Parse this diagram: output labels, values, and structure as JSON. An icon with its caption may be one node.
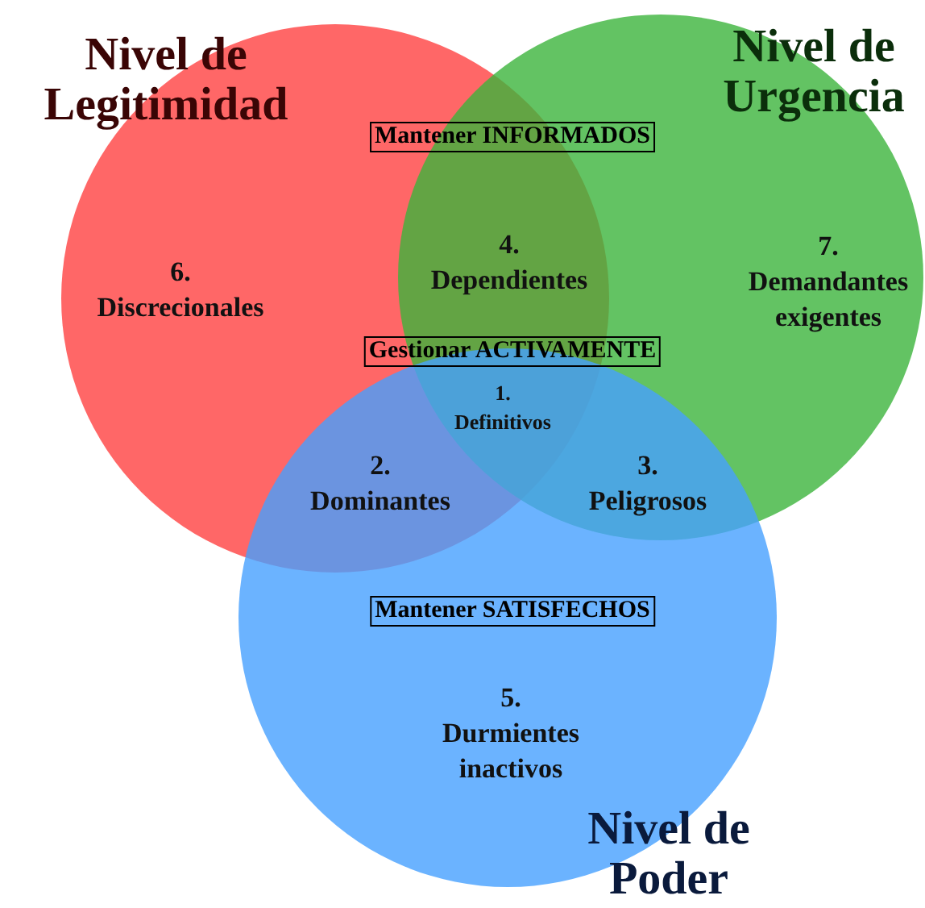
{
  "diagram": {
    "nodes": [
      {
        "text": [
          "Nivel de Legitimidad"
        ]
      },
      {
        "text": [
          "Nivel de Urgencia"
        ]
      },
      {
        "text": [
          "Mantener INFORMADOS"
        ]
      },
      {
        "text": [
          "Gestionar ACTIVAMENTE"
        ]
      },
      {
        "text": [
          "Nivel de Poder"
        ]
      },
      {
        "text": [
          "Mantener SATISFECHOS"
        ],
        "in": 4
      }
    ],
    "labels": [
      "6. Discrecionales",
      "4. Dependientes",
      "7. Demandantes exigentes",
      "1. Definitivos",
      "2. Dominantes",
      "3. Peligrosos",
      "5. Durmientes inactivos"
    ]
  }
}
